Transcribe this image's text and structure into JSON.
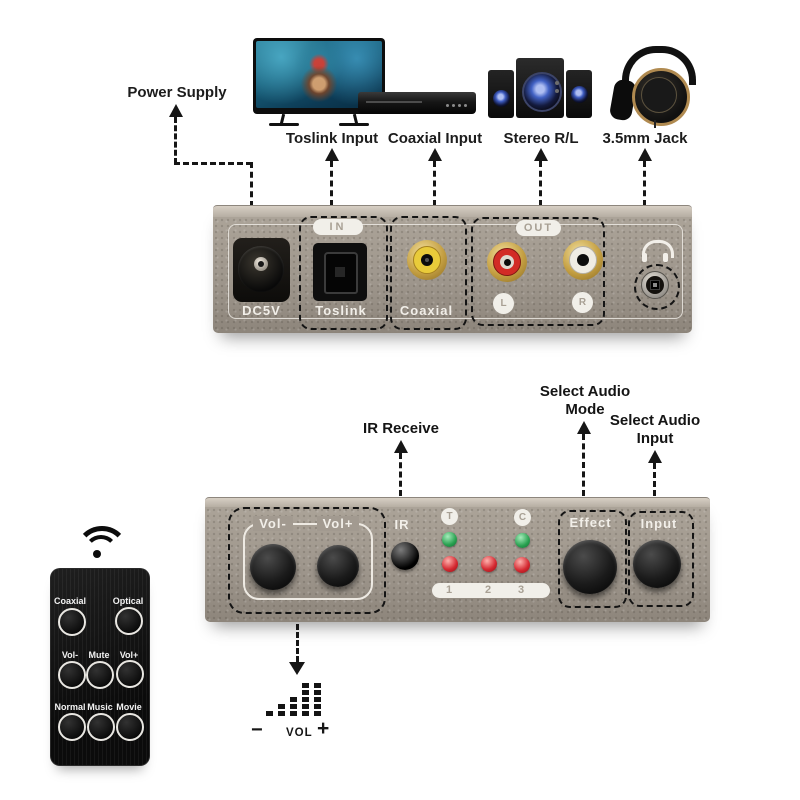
{
  "colors": {
    "device_body": "#a19890",
    "device_bevel": "#cdc5ba",
    "dashed_line": "#161616",
    "led_green": "#27a04f",
    "led_red": "#d42830",
    "rca_yellow": "#e9cb3a",
    "rca_red": "#d22b26",
    "rca_white": "#efece4",
    "remote_body": "#121212",
    "panel_text": "#f2efe9"
  },
  "top_section": {
    "power_supply_label": "Power Supply",
    "source_labels": [
      "Toslink Input",
      "Coaxial Input",
      "Stereo R/L",
      "3.5mm Jack"
    ]
  },
  "back_panel": {
    "dc_label": "DC5V",
    "in_label": "IN",
    "toslink_label": "Toslink",
    "coaxial_label": "Coaxial",
    "out_label": "OUT",
    "left_label": "L",
    "right_label": "R"
  },
  "front_callouts": {
    "ir_receive": "IR Receive",
    "select_mode_line1": "Select Audio",
    "select_mode_line2": "Mode",
    "select_input_line1": "Select Audio",
    "select_input_line2": "Input"
  },
  "front_panel": {
    "vol_minus_label": "Vol-",
    "vol_plus_label": "Vol+",
    "ir_label": "IR",
    "led_t_label": "T",
    "led_c_label": "C",
    "channel_numbers": [
      "1",
      "2",
      "3"
    ],
    "effect_label": "Effect",
    "input_label": "Input"
  },
  "volume_indicator": {
    "minus": "−",
    "label": "VOL",
    "plus": "+"
  },
  "remote": {
    "rows": [
      {
        "labels": [
          "Coaxial",
          "Optical"
        ]
      },
      {
        "labels": [
          "Vol-",
          "Mute",
          "Vol+"
        ]
      },
      {
        "labels": [
          "Normal",
          "Music",
          "Movie"
        ]
      }
    ]
  }
}
